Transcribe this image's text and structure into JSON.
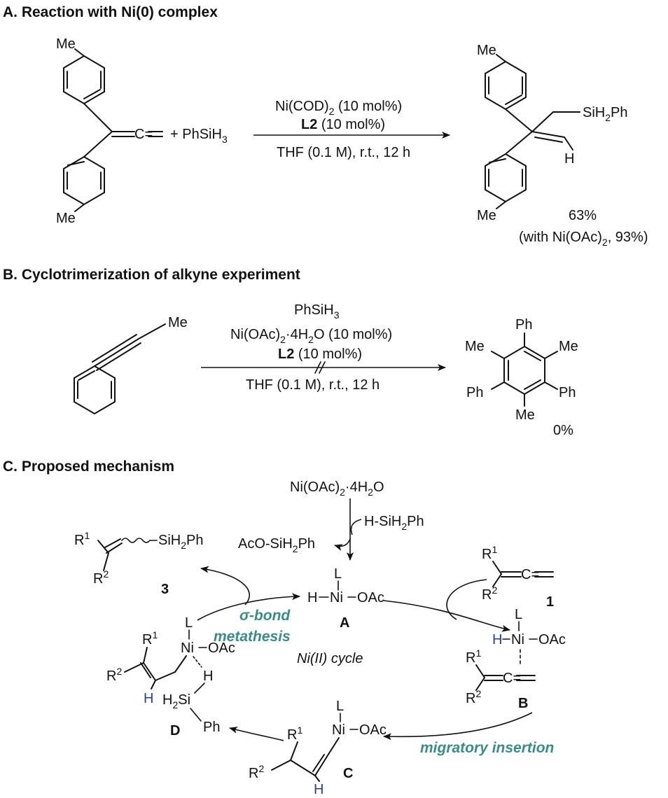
{
  "colors": {
    "text": "#111111",
    "accent_teal": "#3a8c8a",
    "hydrogen_blue": "#2e3f8f"
  },
  "section_a": {
    "title": "A. Reaction with Ni(0) complex",
    "me_top": "Me",
    "me_bottom": "Me",
    "allene_cc": "C=",
    "plus_reagent": "+  PhSiH",
    "reagent_sub": "3",
    "cond_1": "Ni(COD)",
    "cond_1_sub": "2",
    "cond_1_tail": " (10 mol%)",
    "cond_2_bold": "L2",
    "cond_2_tail": " (10 mol%)",
    "cond_3": "THF (0.1 M), r.t., 12 h",
    "prod_me_top": "Me",
    "prod_me_bottom": "Me",
    "prod_si": "SiH",
    "prod_si_sub": "2",
    "prod_si_tail": "Ph",
    "prod_h": "H",
    "yield": "63%",
    "yield_2_head": "(with Ni(OAc)",
    "yield_2_sub": "2",
    "yield_2_tail": ", 93%)"
  },
  "section_b": {
    "title": "B. Cyclotrimerization of alkyne experiment",
    "alkyne_me": "Me",
    "cond_1": "PhSiH",
    "cond_1_sub": "3",
    "cond_2": "Ni(OAc)",
    "cond_2_sub1": "2",
    "cond_2_mid": "·4H",
    "cond_2_sub2": "2",
    "cond_2_tail": "O (10 mol%)",
    "cond_3_bold": "L2",
    "cond_3_tail": " (10 mol%)",
    "cond_4": "THF (0.1 M), r.t., 12 h",
    "prod_ph_top": "Ph",
    "prod_me_left": "Me",
    "prod_me_right": "Me",
    "prod_ph_left": "Ph",
    "prod_ph_right": "Ph",
    "prod_me_bottom": "Me",
    "yield": "0%"
  },
  "section_c": {
    "title": "C. Proposed mechanism",
    "precat": "Ni(OAc)",
    "precat_sub1": "2",
    "precat_mid": "·4H",
    "precat_sub2": "2",
    "precat_tail": "O",
    "hsi": "H-SiH",
    "hsi_sub": "2",
    "hsi_tail": "Ph",
    "acosi": "AcO-SiH",
    "acosi_sub": "2",
    "acosi_tail": "Ph",
    "cycle_label": "Ni(II) cycle",
    "sigma_1": "σ-bond",
    "sigma_2": "metathesis",
    "migratory": "migratory insertion",
    "A": {
      "L": "L",
      "H": "H",
      "Ni": "Ni",
      "OAc": "OAc",
      "label": "A"
    },
    "B": {
      "L": "L",
      "H": "H",
      "Ni": "Ni",
      "OAc": "OAc",
      "R1": "R",
      "R2": "R",
      "sup1": "1",
      "sup2": "2",
      "cc": "C=",
      "label": "B"
    },
    "C": {
      "L": "L",
      "Ni": "Ni",
      "OAc": "OAc",
      "R1": "R",
      "R2": "R",
      "sup1": "1",
      "sup2": "2",
      "H": "H",
      "label": "C"
    },
    "D": {
      "L": "L",
      "Ni": "Ni",
      "OAc": "OAc",
      "R1": "R",
      "R2": "R",
      "sup1": "1",
      "sup2": "2",
      "Hb": "H",
      "H": "H",
      "si": "H",
      "si_sub": "2",
      "si_tail": "Si",
      "ph": "Ph",
      "label": "D"
    },
    "sub_1": {
      "R1": "R",
      "R2": "R",
      "sup1": "1",
      "sup2": "2",
      "cc": "C=",
      "label": "1"
    },
    "prod_3": {
      "R1": "R",
      "R2": "R",
      "sup1": "1",
      "sup2": "2",
      "si": "SiH",
      "si_sub": "2",
      "si_tail": "Ph",
      "label": "3"
    }
  }
}
